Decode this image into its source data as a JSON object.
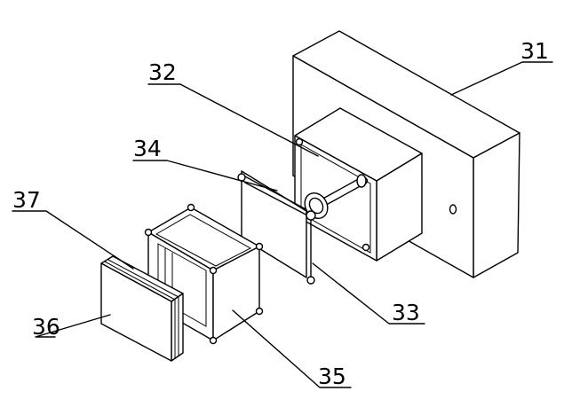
{
  "labels": {
    "l31": "31",
    "l32": "32",
    "l33": "33",
    "l34": "34",
    "l35": "35",
    "l36": "36",
    "l37": "37"
  }
}
